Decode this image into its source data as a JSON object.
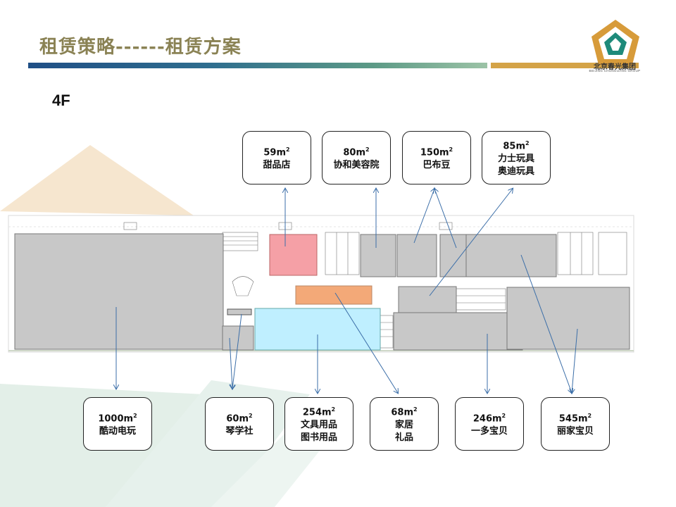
{
  "header": {
    "title": "租赁策略------租赁方案",
    "floor": "4F"
  },
  "logo": {
    "name": "北京春光集团",
    "subtitle": "BEIJING CHUNGUANG GROUP"
  },
  "colors": {
    "title": "#8a8254",
    "bar_blue": "#2a5e8c",
    "bar_gold": "#d4a347",
    "store_gray": "#c8c8c8",
    "store_pink": "#f5a0a6",
    "store_orange": "#f3a978",
    "store_cyan": "#bfefff",
    "arrow": "#3b6ea8"
  },
  "callouts_top": [
    {
      "area": "59m",
      "sup": "2",
      "line1": "甜品店",
      "line2": ""
    },
    {
      "area": "80m",
      "sup": "2",
      "line1": "协和美容院",
      "line2": ""
    },
    {
      "area": "150m",
      "sup": "2",
      "line1": "巴布豆",
      "line2": ""
    },
    {
      "area": "85m",
      "sup": "2",
      "line1": "力士玩具",
      "line2": "奥迪玩具"
    }
  ],
  "callouts_bottom": [
    {
      "area": "1000m",
      "sup": "2",
      "line1": "酷动电玩",
      "line2": ""
    },
    {
      "area": "60m",
      "sup": "2",
      "line1": "琴学社",
      "line2": ""
    },
    {
      "area": "254m",
      "sup": "2",
      "line1": "文具用品",
      "line2": "图书用品"
    },
    {
      "area": "68m",
      "sup": "2",
      "line1": "家居",
      "line2": "礼品"
    },
    {
      "area": "246m",
      "sup": "2",
      "line1": "一多宝贝",
      "line2": ""
    },
    {
      "area": "545m",
      "sup": "2",
      "line1": "丽家宝贝",
      "line2": ""
    }
  ]
}
